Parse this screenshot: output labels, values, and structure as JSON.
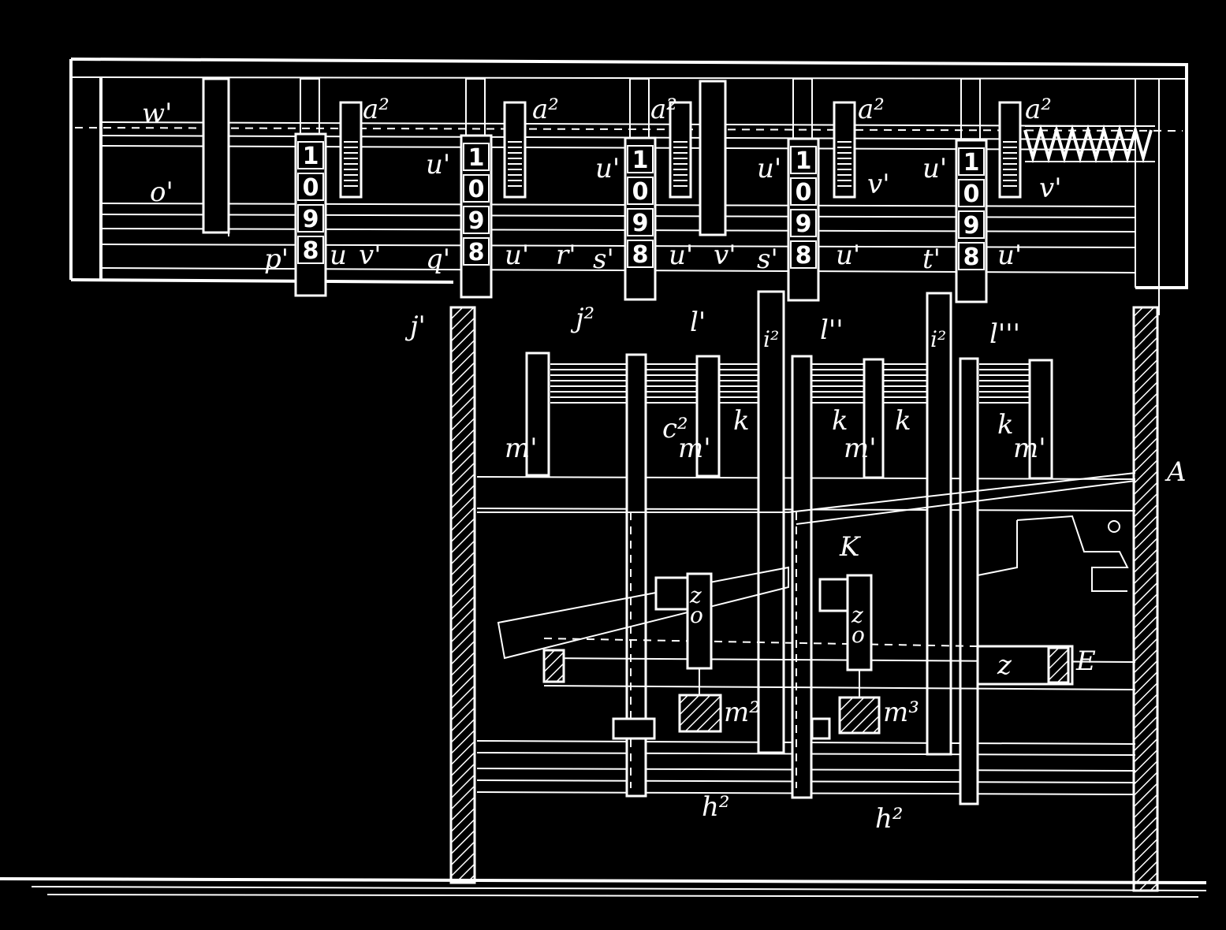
{
  "figure": {
    "frame_label": "A",
    "lever_label": "K",
    "weight_label": "E",
    "bar_label": "z",
    "counters": [
      {
        "id": "p",
        "lower_labels": [
          "p'",
          "u",
          "v'"
        ],
        "digits": [
          "1",
          "0",
          "9",
          "8"
        ]
      },
      {
        "id": "q",
        "lower_labels": [
          "q'",
          "u'",
          "r'"
        ],
        "digits": [
          "1",
          "0",
          "9",
          "8"
        ]
      },
      {
        "id": "s1",
        "lower_labels": [
          "s'",
          "u'",
          "v'"
        ],
        "digits": [
          "1",
          "0",
          "9",
          "8"
        ]
      },
      {
        "id": "s2",
        "lower_labels": [
          "s'",
          "u'"
        ],
        "digits": [
          "1",
          "0",
          "9",
          "8"
        ]
      },
      {
        "id": "t",
        "lower_labels": [
          "t'",
          "u'"
        ],
        "digits": [
          "1",
          "0",
          "9",
          "8"
        ]
      }
    ],
    "top_labels": {
      "w": "w'",
      "o": "o'",
      "a2": [
        "a²",
        "a²",
        "a²",
        "a²",
        "a²"
      ],
      "u_upper": [
        "u'",
        "u'",
        "u'",
        "u'"
      ],
      "v_upper": [
        "v'",
        "v'"
      ]
    },
    "mid_labels": {
      "j1": "j'",
      "j2": "j²",
      "l1": "l'",
      "l2": "l''",
      "l3": "l'''",
      "i1": "i²",
      "i2": "i²",
      "c2": "c²",
      "k": [
        "k",
        "k",
        "k",
        "k"
      ],
      "m": [
        "m'",
        "m'",
        "m'",
        "m'"
      ],
      "m2": "m²",
      "m3": "m³",
      "o_left": "o",
      "o_right": "o",
      "z_left": "z",
      "z_right": "z",
      "h2": [
        "h²",
        "h²"
      ]
    }
  }
}
